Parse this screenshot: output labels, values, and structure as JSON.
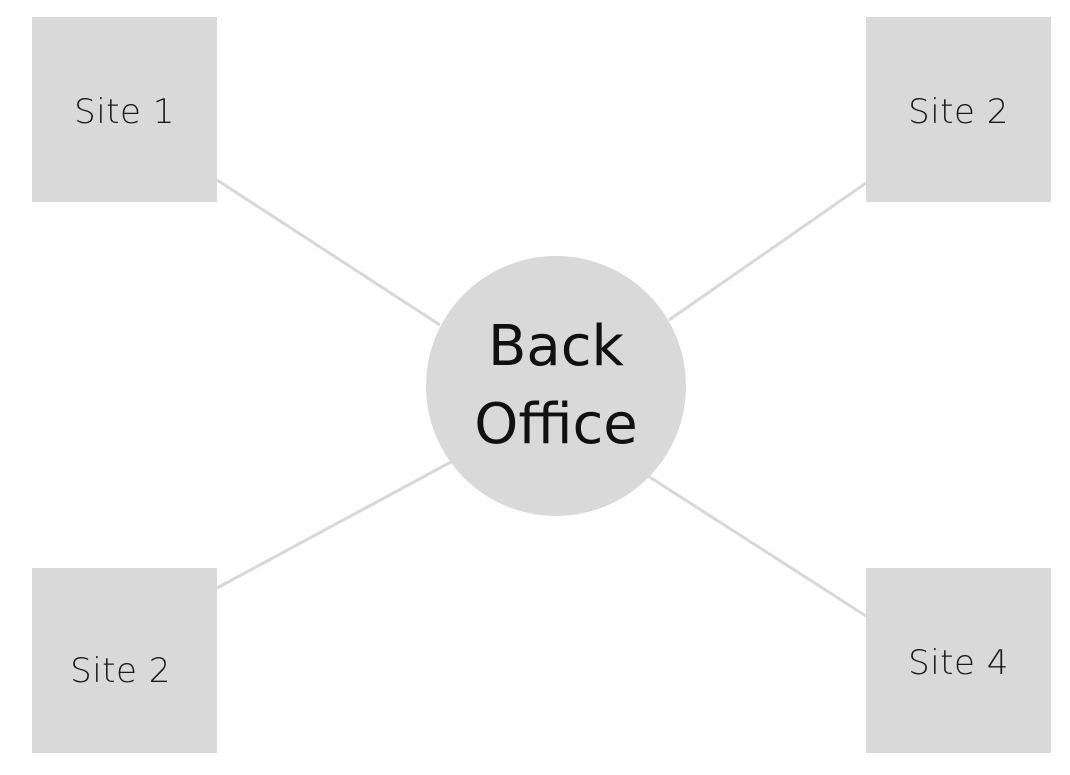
{
  "diagram": {
    "hub": {
      "label": "Back\nOffice"
    },
    "sites": [
      {
        "label": "Site 1"
      },
      {
        "label": "Site 2"
      },
      {
        "label": "Site 2"
      },
      {
        "label": "Site 4"
      }
    ]
  },
  "colors": {
    "box_fill": "#d9d9d9",
    "connector": "#d8d8d8",
    "text": "#1a1a1a",
    "background": "#ffffff"
  }
}
